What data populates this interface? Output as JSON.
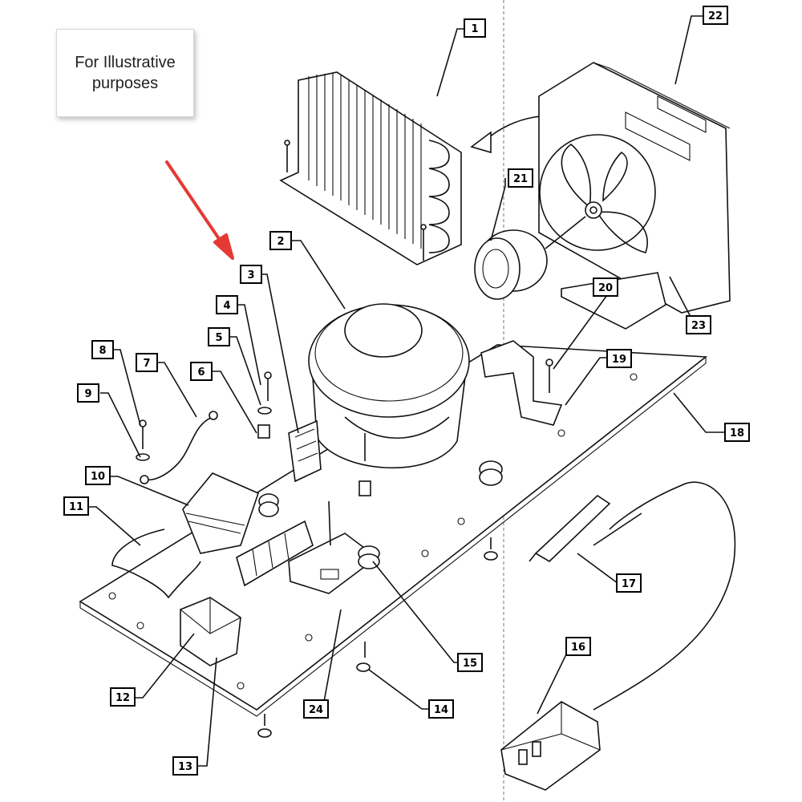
{
  "note": {
    "line1": "For Illustrative",
    "line2": "purposes"
  },
  "callouts": [
    "1",
    "2",
    "3",
    "4",
    "5",
    "6",
    "7",
    "8",
    "9",
    "10",
    "11",
    "12",
    "13",
    "14",
    "15",
    "16",
    "17",
    "18",
    "19",
    "20",
    "21",
    "22",
    "23",
    "24"
  ],
  "colors": {
    "arrow": "#e53935",
    "ink": "#111111",
    "paper": "#ffffff"
  },
  "highlighted_part": "3"
}
